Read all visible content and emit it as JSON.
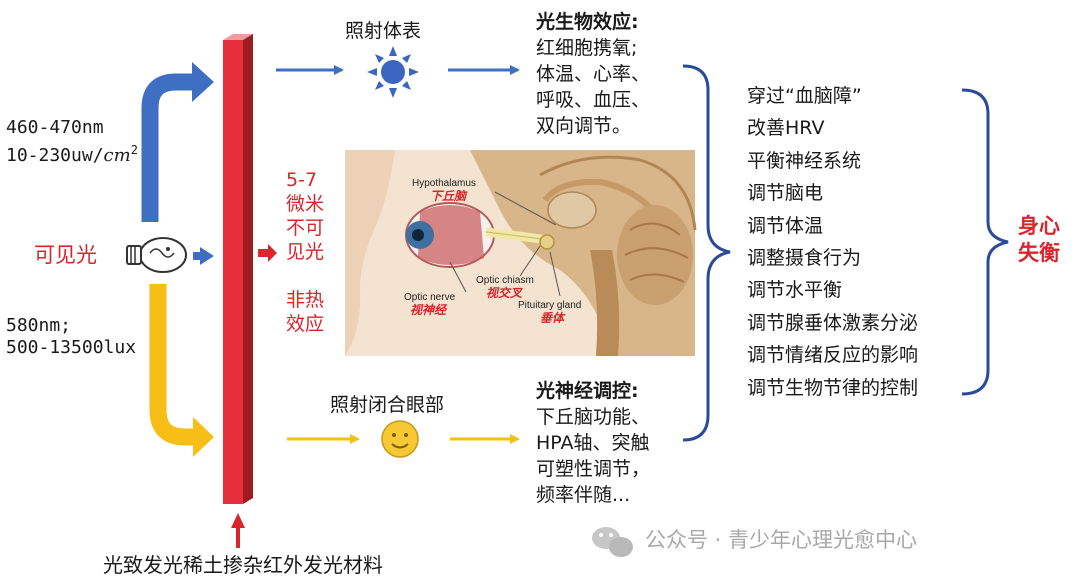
{
  "left": {
    "blue_spec_line1": "460-470nm",
    "blue_spec_line2": "10-230uw/",
    "blue_spec_unit": "cm",
    "blue_spec_exp": "2",
    "visible_light": "可见光",
    "yellow_spec_line1": "580nm;",
    "yellow_spec_line2": "500-13500lux"
  },
  "middle": {
    "mid_lines": [
      "5-7",
      "微米",
      "不可",
      "见光"
    ],
    "nonthermal_lines": [
      "非热",
      "效应"
    ],
    "bottom_material": "光致发光稀土掺杂红外发光材料"
  },
  "top_branch": {
    "label": "照射体表",
    "title": "光生物效应:",
    "lines": [
      "红细胞携氧;",
      "体温、心率、",
      "呼吸、血压、",
      "双向调节。"
    ]
  },
  "bottom_branch": {
    "label": "照射闭合眼部",
    "title": "光神经调控:",
    "lines": [
      "下丘脑功能、",
      "HPA轴、突触",
      "可塑性调节，",
      "频率伴随..."
    ]
  },
  "brain_labels": {
    "hypothalamus_en": "Hypothalamus",
    "hypothalamus_cn": "下丘脑",
    "optic_nerve_en": "Optic nerve",
    "optic_nerve_cn": "视神经",
    "optic_chiasm_en": "Optic chiasm",
    "optic_chiasm_cn": "视交叉",
    "pituitary_en": "Pituitary gland",
    "pituitary_cn": "垂体"
  },
  "effects": [
    "穿过“血脑障”",
    "改善HRV",
    "平衡神经系统",
    "调节脑电",
    "调节体温",
    "调整摄食行为",
    "调节水平衡",
    "调节腺垂体激素分泌",
    "调节情绪反应的影响",
    "调节生物节律的控制"
  ],
  "result_lines": [
    "身心",
    "失衡"
  ],
  "watermark": "公众号 · 青少年心理光愈中心",
  "colors": {
    "blue": "#3f6fc3",
    "yellow": "#f6be17",
    "red_bar": "#e5303c",
    "red_text": "#d8262c",
    "brace": "#2a4a9a"
  }
}
